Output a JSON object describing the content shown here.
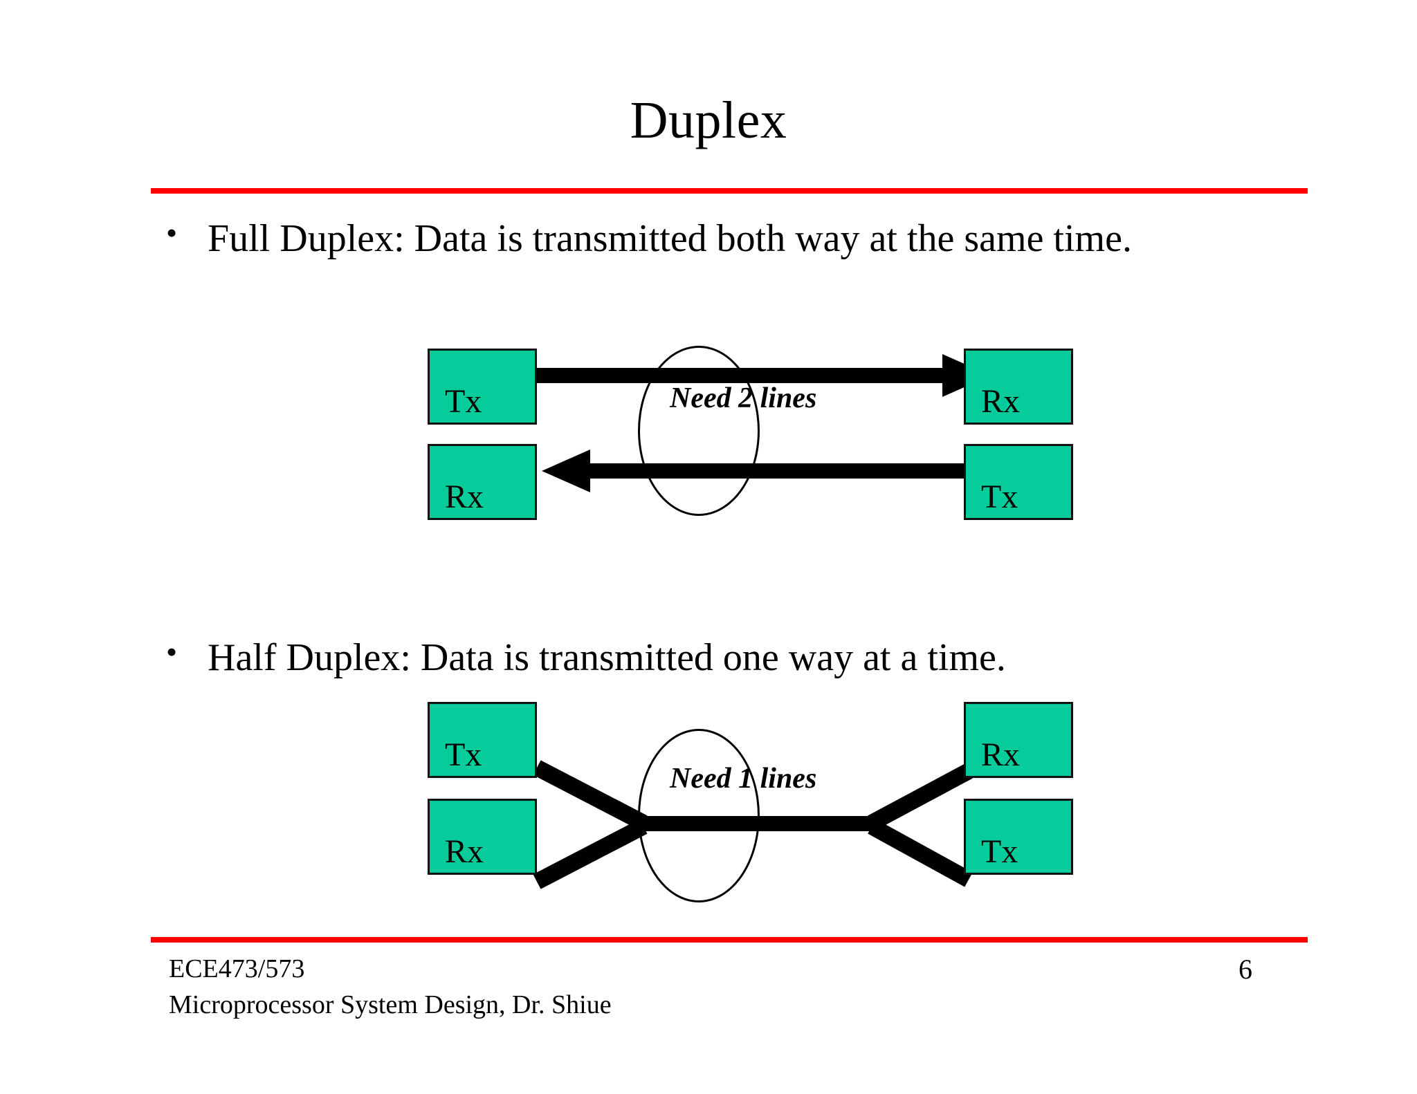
{
  "slide": {
    "title": "Duplex",
    "accent_color": "#ff0000",
    "node_fill_color": "#05cc9a",
    "background_color": "#ffffff"
  },
  "bullets": [
    {
      "marker": "•",
      "text": "Full Duplex: Data is transmitted both way at the same time."
    },
    {
      "marker": "•",
      "text": "Half Duplex: Data is transmitted one way at a time."
    }
  ],
  "diagrams": [
    {
      "id": "full-duplex",
      "annotation": "Need 2 lines",
      "left_nodes": [
        {
          "label": "Tx"
        },
        {
          "label": "Rx"
        }
      ],
      "right_nodes": [
        {
          "label": "Rx"
        },
        {
          "label": "Tx"
        }
      ],
      "links": [
        {
          "direction": "right",
          "from": "Tx",
          "to": "Rx"
        },
        {
          "direction": "left",
          "from": "Tx",
          "to": "Rx"
        }
      ]
    },
    {
      "id": "half-duplex",
      "annotation": "Need 1 lines",
      "left_nodes": [
        {
          "label": "Tx"
        },
        {
          "label": "Rx"
        }
      ],
      "right_nodes": [
        {
          "label": "Rx"
        },
        {
          "label": "Tx"
        }
      ],
      "links": [
        {
          "direction": "none",
          "from": "shared-bus",
          "to": "shared-bus"
        }
      ]
    }
  ],
  "footer": {
    "course": "ECE473/573",
    "subtitle": "Microprocessor System Design, Dr. Shiue",
    "page_number": "6"
  }
}
